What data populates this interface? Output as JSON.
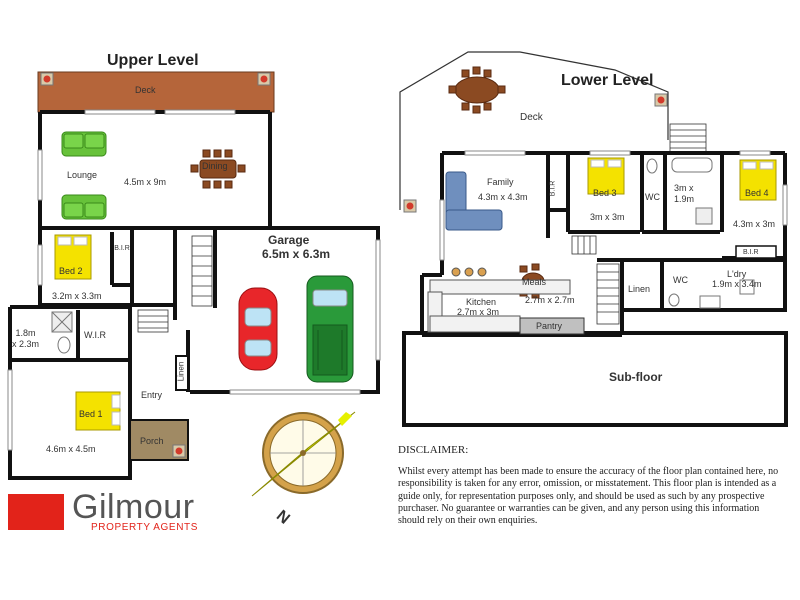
{
  "upper": {
    "title": "Upper Level",
    "deck": "Deck",
    "lounge": "Lounge",
    "lounge_size": "4.5m x 9m",
    "dining": "Dining",
    "garage": "Garage",
    "garage_size": "6.5m x 6.3m",
    "bed2": "Bed 2",
    "bed2_size": "3.2m x 3.3m",
    "bir": "B.I.R",
    "bath_size": "1.8m\nx 2.3m",
    "wir": "W.I.R",
    "bed1": "Bed 1",
    "bed1_size": "4.6m x 4.5m",
    "entry": "Entry",
    "porch": "Porch",
    "linen": "Linen"
  },
  "lower": {
    "title": "Lower Level",
    "deck": "Deck",
    "family": "Family",
    "family_size": "4.3m x 4.3m",
    "bir": "B.I.R",
    "bed3": "Bed 3",
    "bed3_size": "3m x 3m",
    "wc": "WC",
    "bath_size": "3m x\n1.9m",
    "bed4": "Bed 4",
    "bed4_size": "4.3m x 3m",
    "bir2": "B.I.R",
    "meals": "Meals",
    "meals_size": "2.7m x 2.7m",
    "kitchen": "Kitchen",
    "kitchen_size": "2.7m x 3m",
    "linen": "Linen",
    "wc2": "WC",
    "laundry": "L'dry",
    "laundry_size": "1.9m x 3.4m",
    "pantry": "Pantry",
    "subfloor": "Sub-floor"
  },
  "compass": {
    "letter": "N"
  },
  "disclaimer": {
    "title": "DISCLAIMER:",
    "body": "Whilst every attempt has been made to ensure the accuracy of the floor plan contained here, no responsibility is taken for any error, omission, or misstatement. This floor plan is intended as a guide only, for representation purposes only, and should be used as such by any prospective purchaser. No guarantee or warranties can be given, and any person using this information should rely on their own enquiries."
  },
  "logo": {
    "name": "Gilmour",
    "sub": "PROPERTY AGENTS"
  },
  "colors": {
    "wall": "#111111",
    "deck": "#b5653a",
    "porch": "#a08a64",
    "bed": "#f4e200",
    "sofa": "#67c23a",
    "table": "#8b4a22",
    "car_red": "#e8262a",
    "car_green": "#2a9a3a",
    "couch_blue": "#6f8fbe",
    "brand_red": "#e2231a"
  }
}
